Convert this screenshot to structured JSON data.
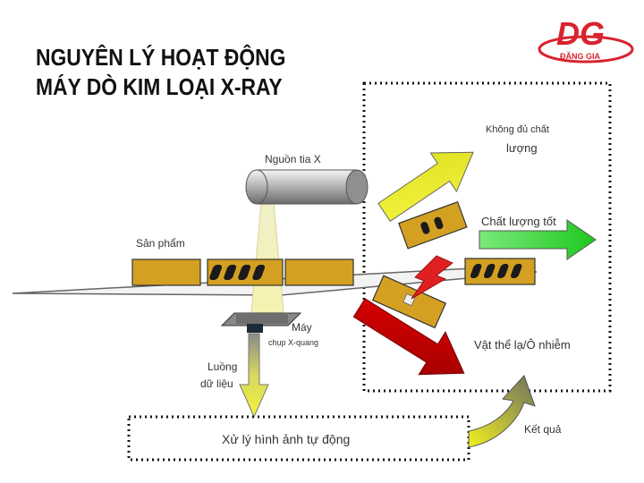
{
  "title": {
    "line1": "NGUYÊN LÝ HOẠT ĐỘNG",
    "line2": "MÁY DÒ KIM LOẠI X-RAY"
  },
  "logo": {
    "mark": "DG",
    "brand": "ĐẶNG GIA",
    "color": "#d9232d"
  },
  "labels": {
    "xray_source": "Nguồn tia X",
    "product": "Sản phẩm",
    "camera_line1": "Máy",
    "camera_line2": "chụp X-quang",
    "data_line1": "Luồng",
    "data_line2": "dữ liệu",
    "processing": "Xử lý hình ảnh tự động",
    "result": "Kết quả",
    "poor_quality_line1": "Không đủ chất",
    "poor_quality_line2": "lượng",
    "good_quality": "Chất lượng tốt",
    "contaminant": "Vật thể lạ/Ô nhiễm"
  },
  "colors": {
    "yellow_arrow": "#e8ea2a",
    "green_arrow": "#2fd12f",
    "red_arrow": "#c80000",
    "box": "#d4a022",
    "lightning": "#e02020"
  }
}
